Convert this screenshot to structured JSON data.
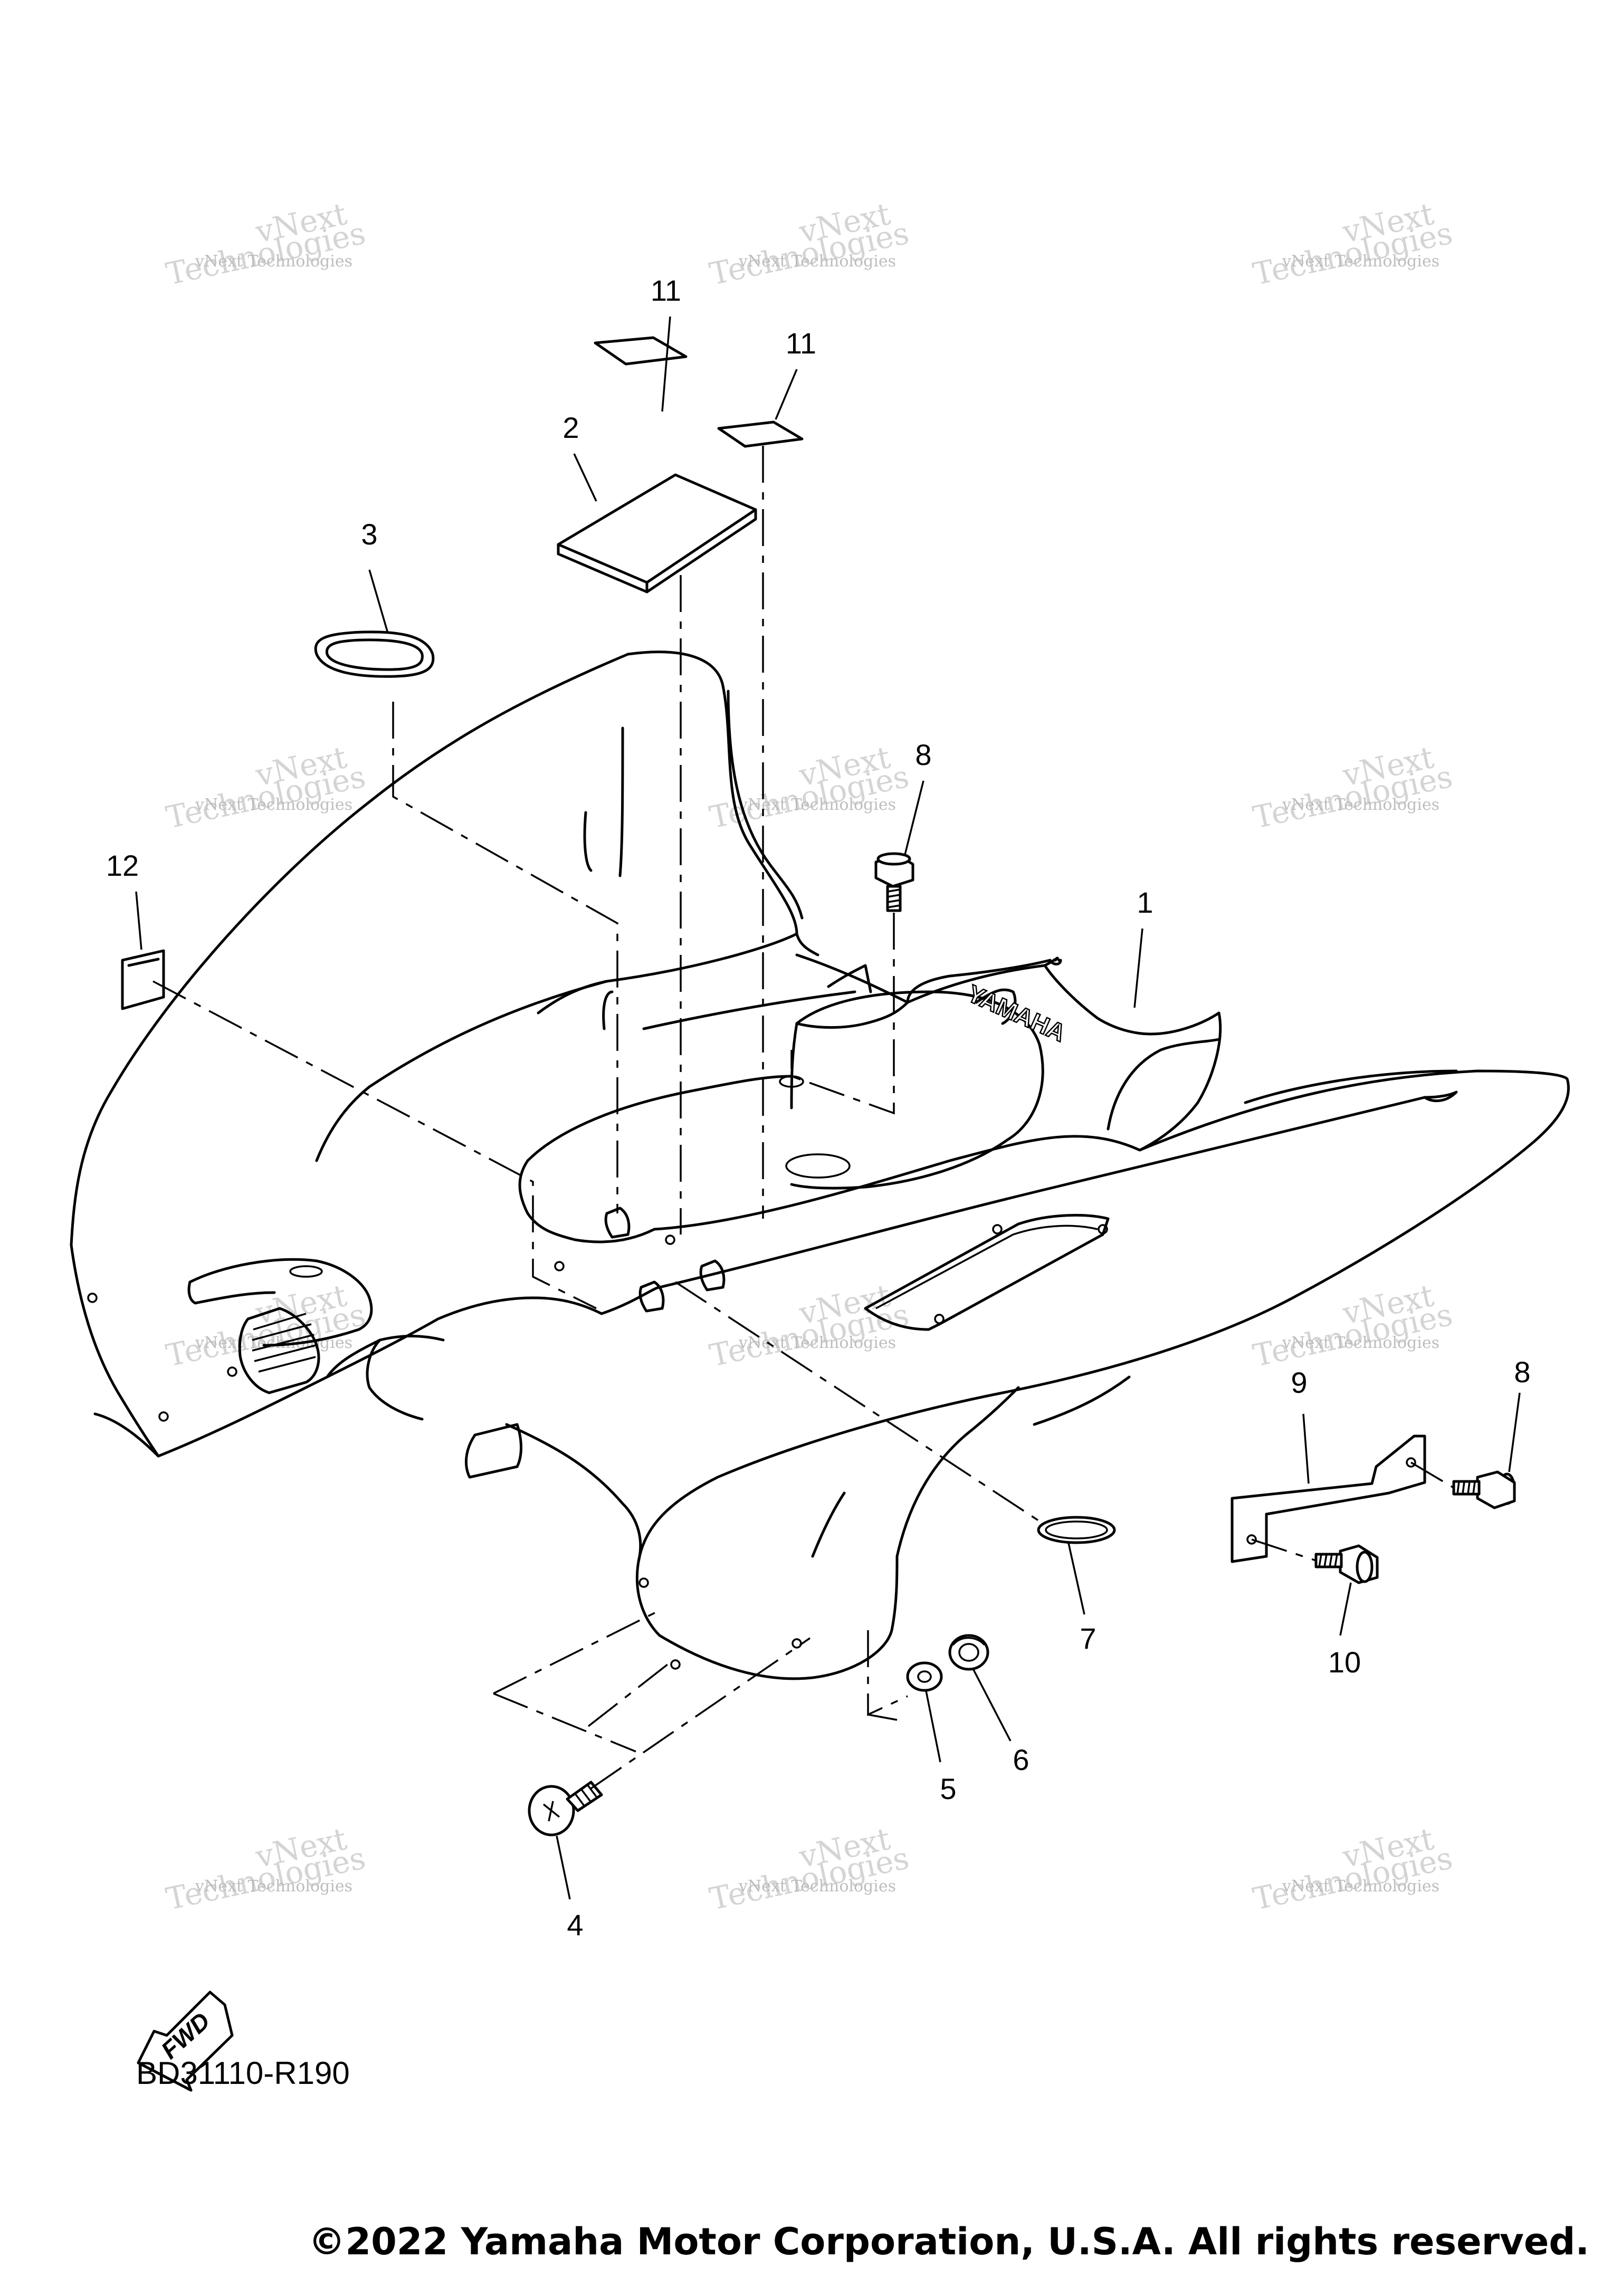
{
  "diagram": {
    "callouts": [
      {
        "id": "c1",
        "text": "1"
      },
      {
        "id": "c2",
        "text": "2"
      },
      {
        "id": "c3",
        "text": "3"
      },
      {
        "id": "c4",
        "text": "4"
      },
      {
        "id": "c5",
        "text": "5"
      },
      {
        "id": "c6",
        "text": "6"
      },
      {
        "id": "c7",
        "text": "7"
      },
      {
        "id": "c8a",
        "text": "8"
      },
      {
        "id": "c8b",
        "text": "8"
      },
      {
        "id": "c9",
        "text": "9"
      },
      {
        "id": "c10",
        "text": "10"
      },
      {
        "id": "c11a",
        "text": "11"
      },
      {
        "id": "c11b",
        "text": "11"
      },
      {
        "id": "c12",
        "text": "12"
      }
    ],
    "fwd_label": "FWD",
    "hull_logo": "YAMAHA",
    "part_code": "BD31110-R190"
  },
  "watermark": {
    "line_small": "vNext Technologies",
    "line_large_1": "vNext",
    "line_large_2": "Technologies"
  },
  "footer": {
    "copyright": "©2022 Yamaha Motor Corporation, U.S.A. All rights reserved."
  },
  "colors": {
    "ink": "#000000",
    "watermark": "#bdbdbd",
    "background": "#ffffff"
  }
}
